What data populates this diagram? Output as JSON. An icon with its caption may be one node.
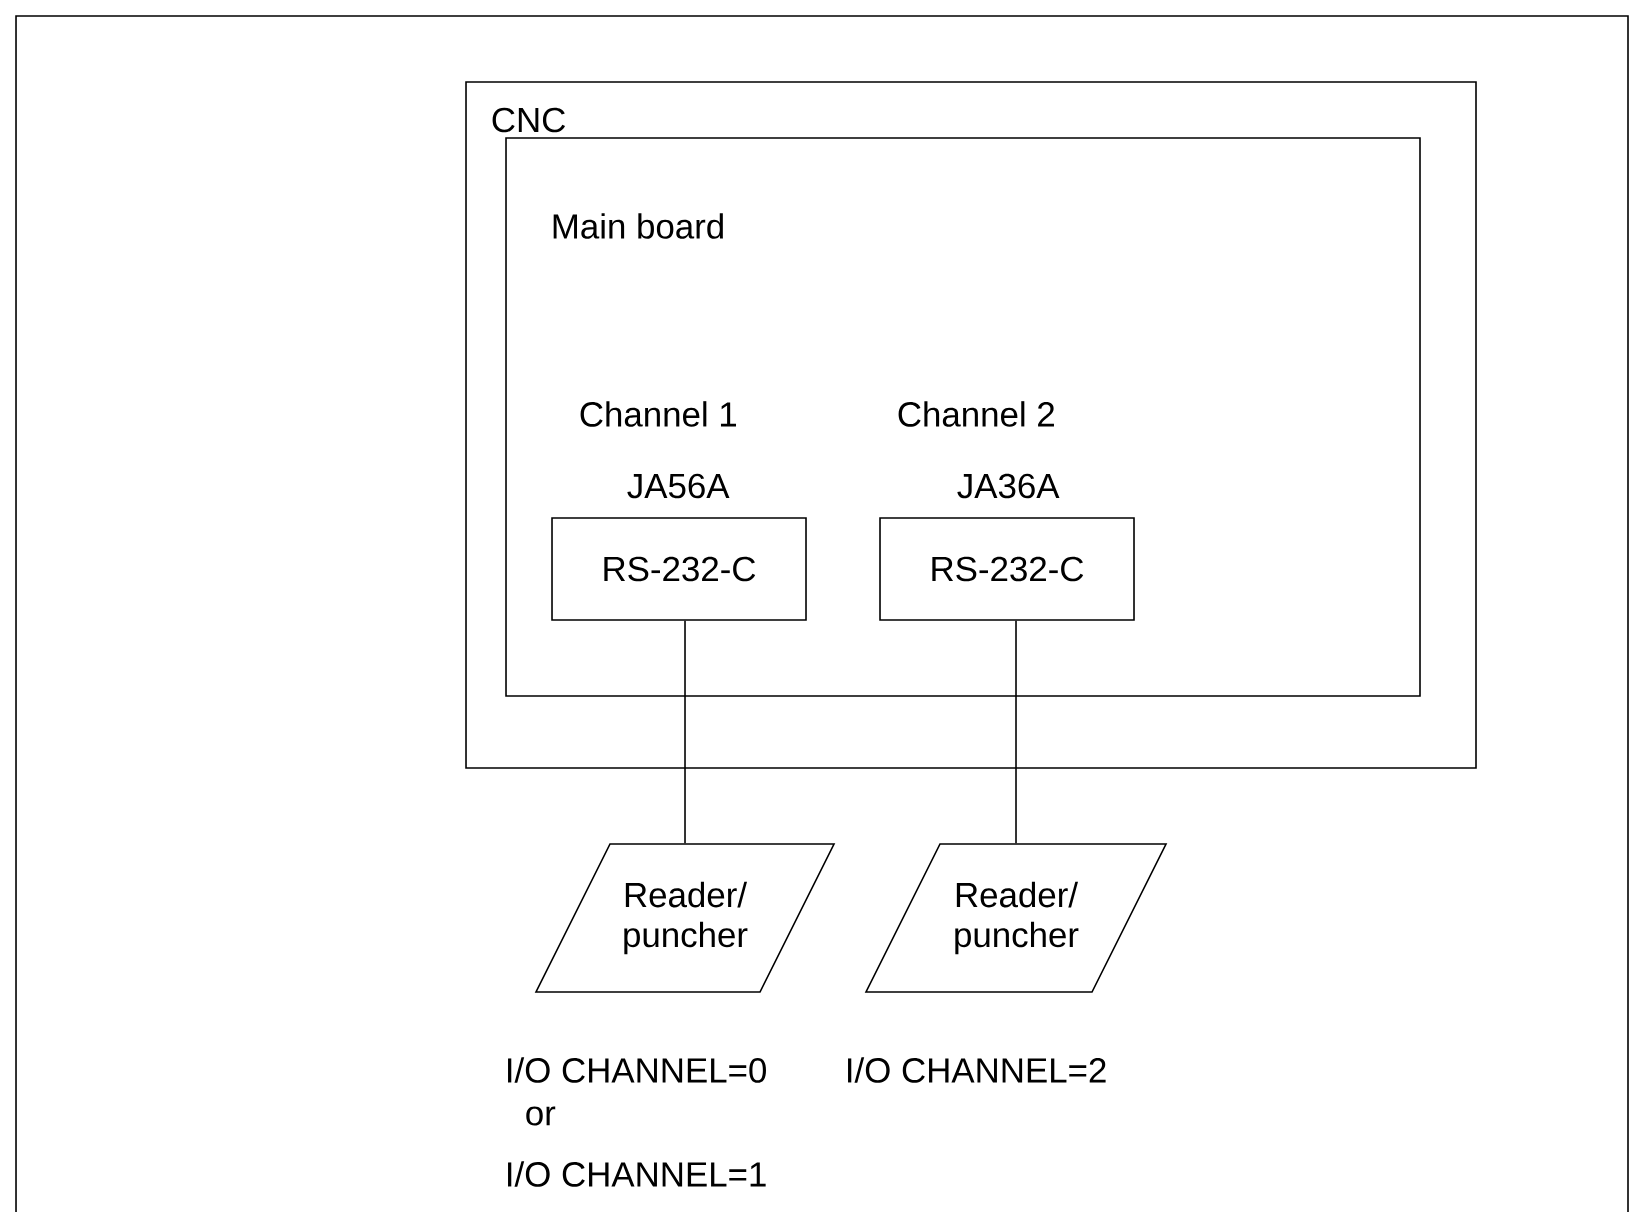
{
  "diagram": {
    "nodes": [
      {
        "text": [
          "CNC"
        ]
      },
      {
        "text": [
          "Main board"
        ],
        "in": 0
      },
      {
        "text": [
          "RS-232-C"
        ],
        "in": 1,
        "beside": [
          "Channel 1",
          "JA56A"
        ]
      },
      {
        "text": [
          "RS-232-C"
        ],
        "in": 1,
        "beside": [
          "Channel 2",
          "JA36A"
        ]
      },
      {
        "text": [
          "Reader/ puncher"
        ]
      },
      {
        "text": [
          "Reader/ puncher"
        ]
      }
    ],
    "edges": [
      {
        "from": 2,
        "to": 4,
        "arrow": "none"
      },
      {
        "from": 3,
        "to": 5,
        "arrow": "none"
      }
    ],
    "labels": [
      "I/O CHANNEL=0",
      "or",
      "I/O CHANNEL=1",
      "I/O CHANNEL=2"
    ]
  }
}
